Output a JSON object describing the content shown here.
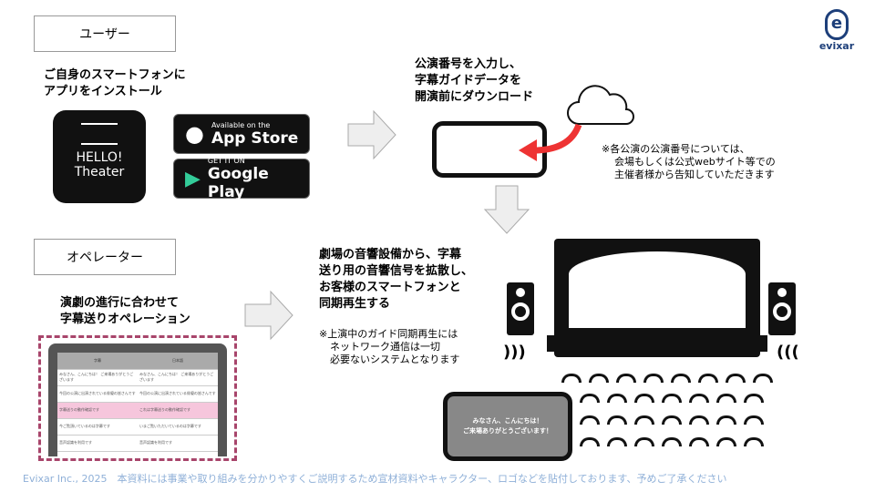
{
  "brand": {
    "name": "evixar",
    "logo_letter": "e"
  },
  "sections": {
    "user": "ユーザー",
    "operator": "オペレーター"
  },
  "user": {
    "install_text": [
      "ご自身のスマートフォンに",
      "アプリをインストール"
    ],
    "app_icon": {
      "line1": "HELLO!",
      "line2": "Theater"
    },
    "app_store": {
      "small": "Available on the",
      "big": "App Store"
    },
    "google_play": {
      "small": "GET IT ON",
      "big": "Google Play"
    },
    "download_text": [
      "公演番号を入力し、",
      "字幕ガイドデータを",
      "開演前にダウンロード"
    ],
    "note": [
      "※各公演の公演番号については、",
      "会場もしくは公式webサイト等での",
      "主催者様から告知していただきます"
    ]
  },
  "operator": {
    "operation_text": [
      "演劇の進行に合わせて",
      "字幕送りオペレーション"
    ],
    "table": {
      "headers": [
        "字幕",
        "日本語"
      ],
      "rows": [
        [
          "みなさん、こんにちは！ ご来場ありがとうございます",
          "みなさん、こんにちは！ ご来場ありがとうございます"
        ],
        [
          "今回の公演に出演されている俳優の皆さんです",
          "今回の公演に出演されている俳優の皆さんです"
        ],
        [
          "字幕送りの動作確認です",
          "これは字幕送りの動作確認です"
        ],
        [
          "今ご覧頂いているのは字幕です",
          "いまご覧いただいているのは字幕です"
        ],
        [
          "音声認識を利用です",
          "音声認識を利用です"
        ]
      ],
      "highlight_color": "#f6c6dc"
    },
    "sync_text": [
      "劇場の音響設備から、字幕",
      "送り用の音響信号を拡散し、",
      "お客様のスマートフォンと",
      "同期再生する"
    ],
    "sync_note": [
      "※上演中のガイド同期再生には",
      "ネットワーク通信は一切",
      "必要ないシステムとなります"
    ],
    "phone_message": [
      "みなさん、こんにちは！",
      "ご来場ありがとうございます！"
    ]
  },
  "footer": "Evixar Inc., 2025　本資料には事業や取り組みを分かりやすくご説明するため宣材資料やキャラクター、ロゴなどを貼付しております、予めご了承ください",
  "colors": {
    "accent": "#1d3f7a",
    "dashed": "#a8456b",
    "footer": "#8fb0d8",
    "arrow": "#e33"
  }
}
